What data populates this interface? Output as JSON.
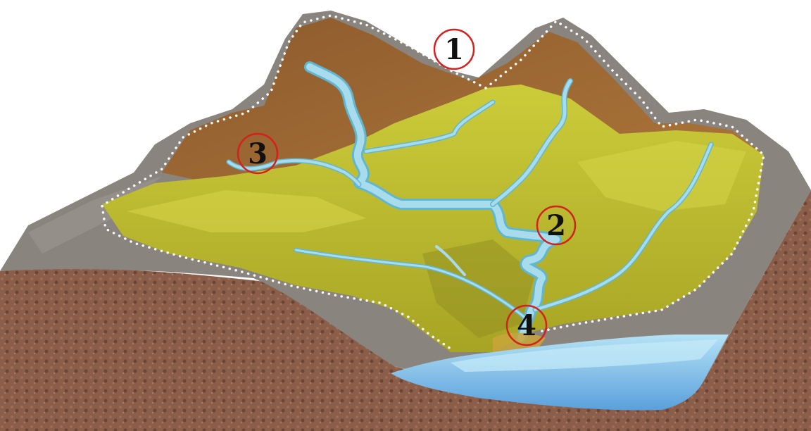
{
  "figure": {
    "markers": [
      {
        "id": "1",
        "label": "1"
      },
      {
        "id": "2",
        "label": "2"
      },
      {
        "id": "3",
        "label": "3"
      },
      {
        "id": "4",
        "label": "4"
      }
    ]
  },
  "colors": {
    "background": "#ffffff",
    "soil": "#8b5e4a",
    "soil_dark": "#6d4535",
    "rock": "#8a847e",
    "rock_light": "#a09a93",
    "slope_brown": "#a06a35",
    "slope_yellow": "#b8b52a",
    "slope_yellow_light": "#cccc3a",
    "river": "#a8dcec",
    "river_edge": "#5fb7d2",
    "lake": "#8cc8ec",
    "lake_deep": "#5aa0dc",
    "watershed_dots": "#ffffff",
    "marker_circle": "#d2211e"
  }
}
